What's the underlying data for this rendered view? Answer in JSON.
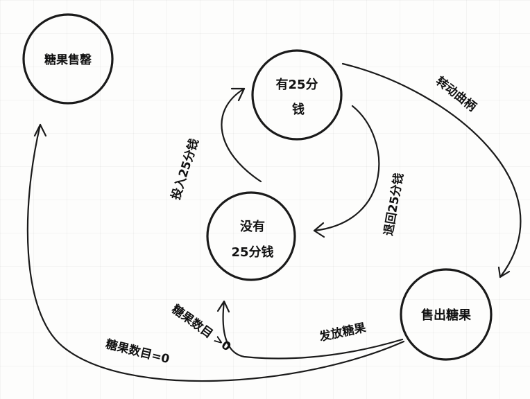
{
  "diagram": {
    "states": {
      "sold_out": "糖果售罄",
      "has_quarter_line1": "有25分",
      "has_quarter_line2": "钱",
      "no_quarter_line1": "没有",
      "no_quarter_line2": "25分钱",
      "sold": "售出糖果"
    },
    "transitions": {
      "insert_quarter": "投入25分钱",
      "eject_quarter": "退回25分钱",
      "turn_crank": "转动曲柄",
      "dispense": "发放糖果",
      "gumballs_gt_0": "糖果数目 >0",
      "gumballs_eq_0": "糖果数目=0"
    }
  }
}
